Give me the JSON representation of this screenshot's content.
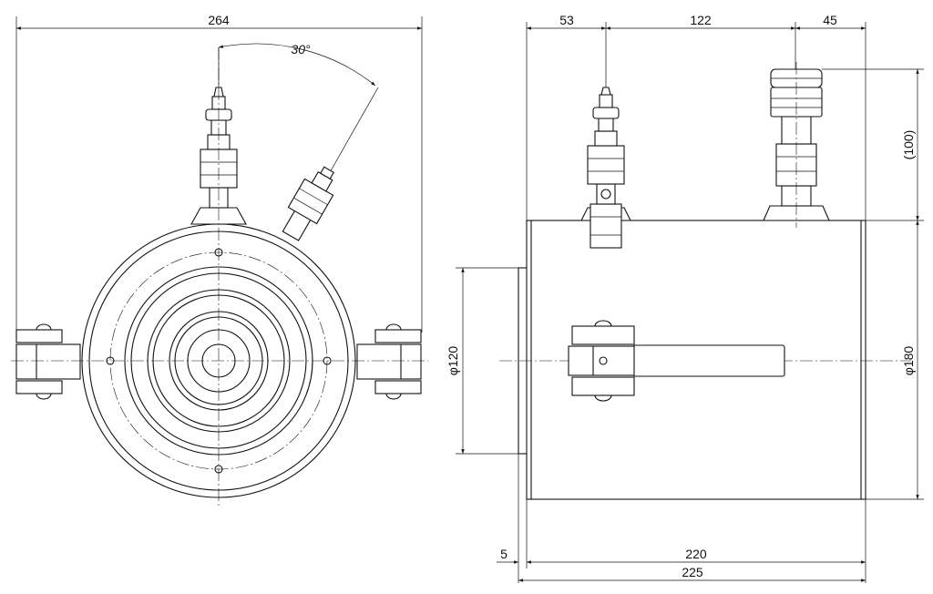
{
  "dimensions": {
    "front_width": "264",
    "angle": "30°",
    "side_left_offset": "53",
    "side_middle": "122",
    "side_right_offset": "45",
    "fitting_height": "(100)",
    "dia_plunger": "φ120",
    "dia_body": "φ180",
    "stroke_gap": "5",
    "body_length": "220",
    "total_length": "225"
  }
}
